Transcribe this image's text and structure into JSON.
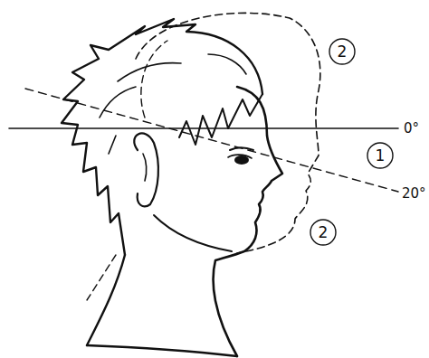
{
  "diagram": {
    "nodes": [
      {
        "text": [
          "2"
        ]
      },
      {
        "text": [
          "1"
        ]
      },
      {
        "text": [
          "2"
        ]
      }
    ],
    "labels": [
      "0°",
      "20°"
    ]
  }
}
